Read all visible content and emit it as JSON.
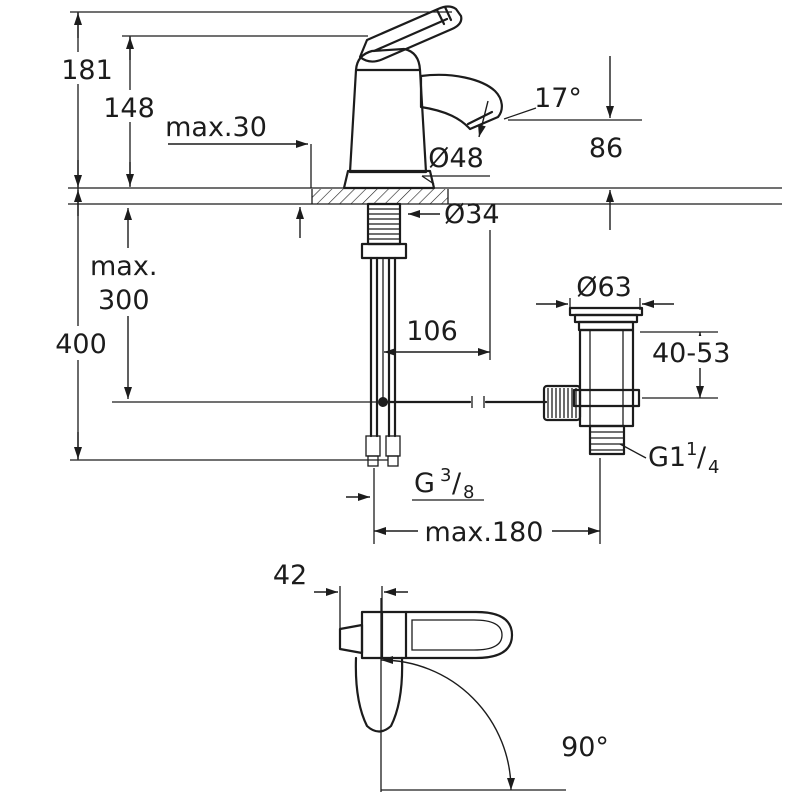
{
  "drawing": {
    "kind": "technical-dimension-drawing",
    "subject": "single-lever basin mixer with pop-up waste",
    "line_color": "#1c1c1c",
    "background_color": "#ffffff"
  },
  "dims": {
    "total_height": "181",
    "spout_height": "148",
    "max_deck_thickness": "max.30",
    "spout_angle": "17°",
    "outlet_height": "86",
    "base_diameter": "Ø48",
    "hole_diameter": "Ø34",
    "hose_max_word": "max.",
    "hose_max_value": "300",
    "below_deck_height": "400",
    "rod_offset": "106",
    "waste_flange_diameter": "Ø63",
    "clamping_range": "40-53",
    "waste_thread_base": "G1",
    "waste_thread_sup": "1",
    "waste_thread_slash": "/",
    "waste_thread_sub": "4",
    "supply_thread_base": "G",
    "supply_thread_sup": "3",
    "supply_thread_slash": "/",
    "supply_thread_sub": "8",
    "max_projection": "max.180",
    "lever_width": "42",
    "swivel_angle": "90°"
  }
}
